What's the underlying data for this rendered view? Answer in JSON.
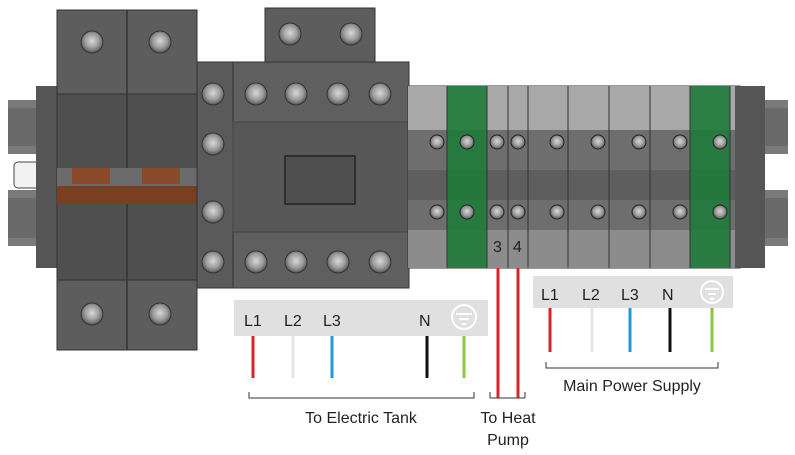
{
  "terminal_numbers": [
    "3",
    "4"
  ],
  "tank_group": {
    "labels": [
      "L1",
      "L2",
      "L3",
      "N"
    ],
    "caption": "To Electric Tank"
  },
  "heat_pump": {
    "caption_line1": "To Heat",
    "caption_line2": "Pump"
  },
  "main_supply": {
    "labels": [
      "L1",
      "L2",
      "L3",
      "N"
    ],
    "caption": "Main Power Supply"
  },
  "colors": {
    "L1": "#d9232a",
    "L2": "#e8e8e8",
    "L3": "#1f9ad6",
    "N": "#111111",
    "PE": "#8dc63f",
    "heat_pump_wire": "#d9232a",
    "green_module": "#1e7a3a",
    "device_dark": "#5a5a5a"
  },
  "icons": [
    "ground-icon"
  ]
}
